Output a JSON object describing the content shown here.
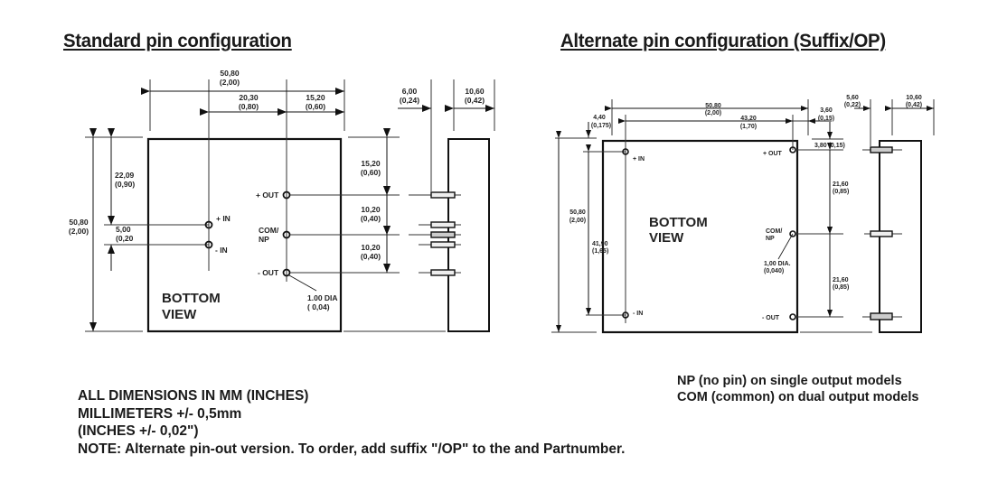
{
  "titles": {
    "standard": "Standard pin configuration",
    "alternate": "Alternate pin configuration (Suffix/OP)"
  },
  "standard": {
    "bottom_view": [
      "BOTTOM",
      "VIEW"
    ],
    "pins": {
      "plus_in": "+ IN",
      "minus_in": "- IN",
      "plus_out": "+ OUT",
      "com_np": [
        "COM/",
        "NP"
      ],
      "minus_out": "- OUT"
    },
    "dims": {
      "overall_width": [
        "50,80",
        "(2,00)"
      ],
      "in_to_out": [
        "20,30",
        "(0,80)"
      ],
      "out_to_edge": [
        "15,20",
        "(0,60)"
      ],
      "side_pin_offset": [
        "6,00",
        "(0,24)"
      ],
      "side_thickness": [
        "10,60",
        "(0,42)"
      ],
      "top_to_plus_out": [
        "15,20",
        "(0,60)"
      ],
      "plus_out_to_com": [
        "10,20",
        "(0,40)"
      ],
      "com_to_minus_out": [
        "10,20",
        "(0,40)"
      ],
      "overall_height": [
        "50,80",
        "(2,00)"
      ],
      "top_to_plus_in": [
        "22,09",
        "(0,90)"
      ],
      "in_spacing": [
        "5,00",
        "(0,20"
      ],
      "pin_diameter": [
        "1.00  DIA",
        "( 0,04)"
      ]
    }
  },
  "alternate": {
    "bottom_view": [
      "BOTTOM",
      "VIEW"
    ],
    "pins": {
      "plus_in": "+ IN",
      "minus_in": "- IN",
      "plus_out": "+ OUT",
      "com_np": [
        "COM/",
        "NP"
      ],
      "minus_out": "- OUT"
    },
    "dims": {
      "overall_width": [
        "50,80",
        "(2,00)"
      ],
      "in_to_out": [
        "43,20",
        "(1,70)"
      ],
      "left_offset": [
        "4,40",
        "(0,175)"
      ],
      "right_offset": [
        "3,60",
        "(0,15)"
      ],
      "top_to_plus_out": "3,80  (0,15)",
      "side_pin_offset": [
        "5,60",
        "(0,22)"
      ],
      "side_thickness": [
        "10,60",
        "(0,42)"
      ],
      "plus_out_to_com": [
        "21,60",
        "(0,85)"
      ],
      "com_to_minus_out": [
        "21,60",
        "(0,85)"
      ],
      "overall_height": [
        "50,80",
        "(2,00)"
      ],
      "in_spacing": [
        "41,90",
        "(1,65)"
      ],
      "pin_diameter": [
        "1,00 DIA.",
        "(0,040)"
      ]
    }
  },
  "notes": [
    "ALL DIMENSIONS IN MM (INCHES)",
    "MILLIMETERS   +/- 0,5mm",
    "(INCHES  +/- 0,02\")",
    "NOTE:  Alternate pin-out version. To order, add suffix  \"/OP\" to the and Partnumber."
  ],
  "legend": [
    "NP (no pin) on single output models",
    "COM (common) on dual output models"
  ]
}
